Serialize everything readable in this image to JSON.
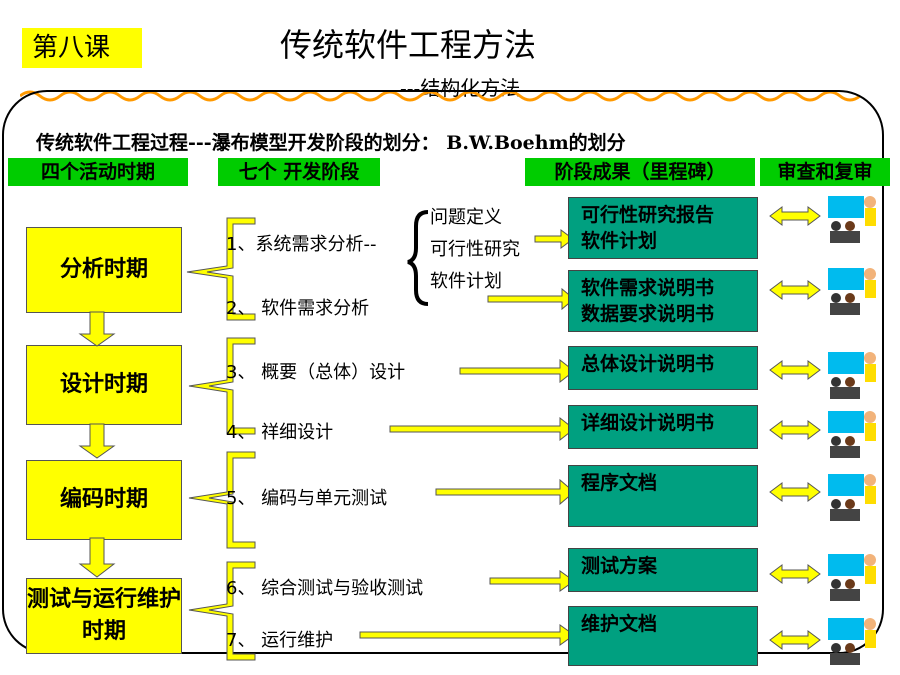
{
  "lesson": "第八课",
  "title": "传统软件工程方法",
  "subtitle": "---结构化方法",
  "process_line": "传统软件工程过程---瀑布模型开发阶段的划分： B.W.Boehm的划分",
  "headers": [
    "四个活动时期",
    "七个 开发阶段",
    "阶段成果（里程碑）",
    "审查和复审"
  ],
  "periods": [
    "分析时期",
    "设计时期",
    "编码时期",
    "测试与运行维护时期"
  ],
  "stages": [
    "1、系统需求分析--",
    "2、 软件需求分析",
    "3、 概要（总体）设计",
    "4、 祥细设计",
    "5、 编码与单元测试",
    "6、 综合测试与验收测试",
    "7、 运行维护"
  ],
  "subtasks": [
    "问题定义",
    "可行性研究",
    "软件计划"
  ],
  "results": [
    {
      "line1": "可行性研究报告",
      "line2": "软件计划"
    },
    {
      "line1": "软件需求说明书",
      "line2": "数据要求说明书"
    },
    {
      "line1": "总体设计说明书",
      "line2": ""
    },
    {
      "line1": "详细设计说明书",
      "line2": ""
    },
    {
      "line1": "程序文档",
      "line2": ""
    },
    {
      "line1": "测试方案",
      "line2": ""
    },
    {
      "line1": "维护文档",
      "line2": ""
    }
  ],
  "colors": {
    "yellow": "#ffff00",
    "green": "#00cc00",
    "teal": "#00a080"
  },
  "icons": [
    "review-meeting-icon"
  ]
}
